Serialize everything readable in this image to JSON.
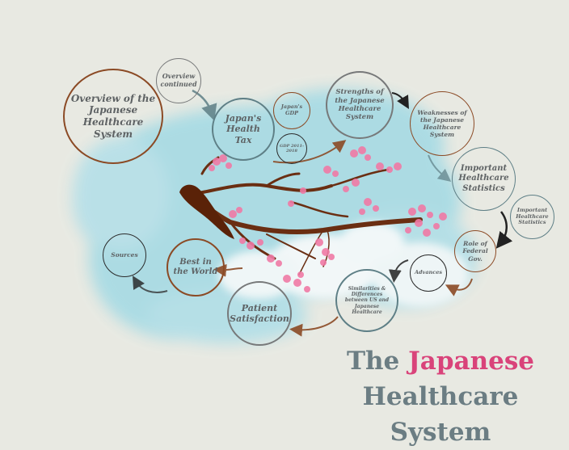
{
  "colors": {
    "background": "#e8e9e2",
    "sky": "#a9dbe4",
    "brown_ring": "#8b4a25",
    "slate_ring": "#5e7f86",
    "gray_ring": "#77797a",
    "dark_ring": "#2b2b2b",
    "text": "#5e6264",
    "title": "#6b7d83",
    "title_accent": "#d9437a",
    "blossom": "#f07aa5",
    "branch": "#6a2e12"
  },
  "title": {
    "word_the": "The",
    "word_accent": "Japanese",
    "line2": "Healthcare System"
  },
  "nodes": {
    "overview": "Overview of the Japanese Healthcare System",
    "overview_continued": "Overview continued",
    "health_tax": "Japan's Health Tax",
    "gdp": "Japan's GDP",
    "gdp_years": "GDP 2011-2018",
    "strengths": "Strengths of the Japanese Healthcare System",
    "weaknesses": "Weaknesses of the Japanese Healthcare System",
    "stats_main": "Important Healthcare Statistics",
    "stats_sub": "Important Healthcare Statistics",
    "federal": "Role of Federal Gov.",
    "advances": "Advances",
    "similarities": "Similarities & Differences between US and Japanese Healthcare",
    "patient": "Patient Satisfaction",
    "best": "Best in the World",
    "sources": "Sources"
  }
}
